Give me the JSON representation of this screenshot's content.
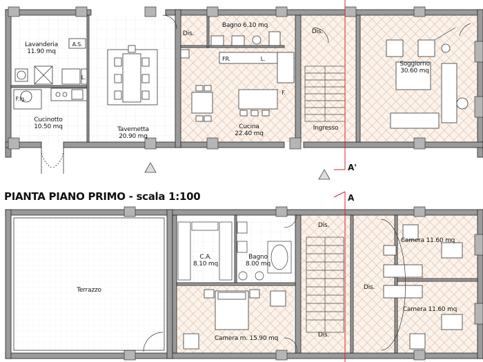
{
  "title": "PIANTA PIANO PRIMO - scala 1:100",
  "section_marks": {
    "upper": "A'",
    "lower": "A"
  },
  "ground_floor": {
    "lavanderia": {
      "name": "Lavanderia",
      "area": "11.90 mq"
    },
    "as_tag": "A.S.",
    "l_tag_1": "L.",
    "cucinotto": {
      "name": "Cucinotto",
      "area": "10.50 mq"
    },
    "flg_tag": "F.lg.",
    "tavernetta": {
      "name": "Tavernetta",
      "area": "20.90 mq"
    },
    "dis_1": "Dis.",
    "bagno": {
      "name": "Bagno",
      "area": "6.10 mq"
    },
    "fr_tag": "FR.",
    "l_tag_2": "L.",
    "f_tag": "F.",
    "cucina": {
      "name": "Cucina",
      "area": "22.40 mq"
    },
    "dis_2": "Dis.",
    "ingresso": "Ingresso",
    "soggiorno": {
      "name": "Soggiorno",
      "area": "30.60 mq"
    }
  },
  "first_floor": {
    "terrazzo": "Terrazzo",
    "ca": {
      "name": "C.A.",
      "area": "8.10 mq"
    },
    "bagno": {
      "name": "Bagno",
      "area": "8.00 mq"
    },
    "camera_m": {
      "name": "Camera m.",
      "area": "15.90 mq"
    },
    "dis_1": "Dis.",
    "dis_2": "Dis.",
    "dis_3": "Dis.",
    "camera_1": {
      "name": "Camera",
      "area": "11.60 mq"
    },
    "camera_2": {
      "name": "Camera",
      "area": "11.60 mq"
    }
  },
  "colors": {
    "wall": "#9a9a9a",
    "wall_edge": "#222222",
    "floor_tile": "#f0d7c4",
    "section_line": "#d9232a"
  }
}
